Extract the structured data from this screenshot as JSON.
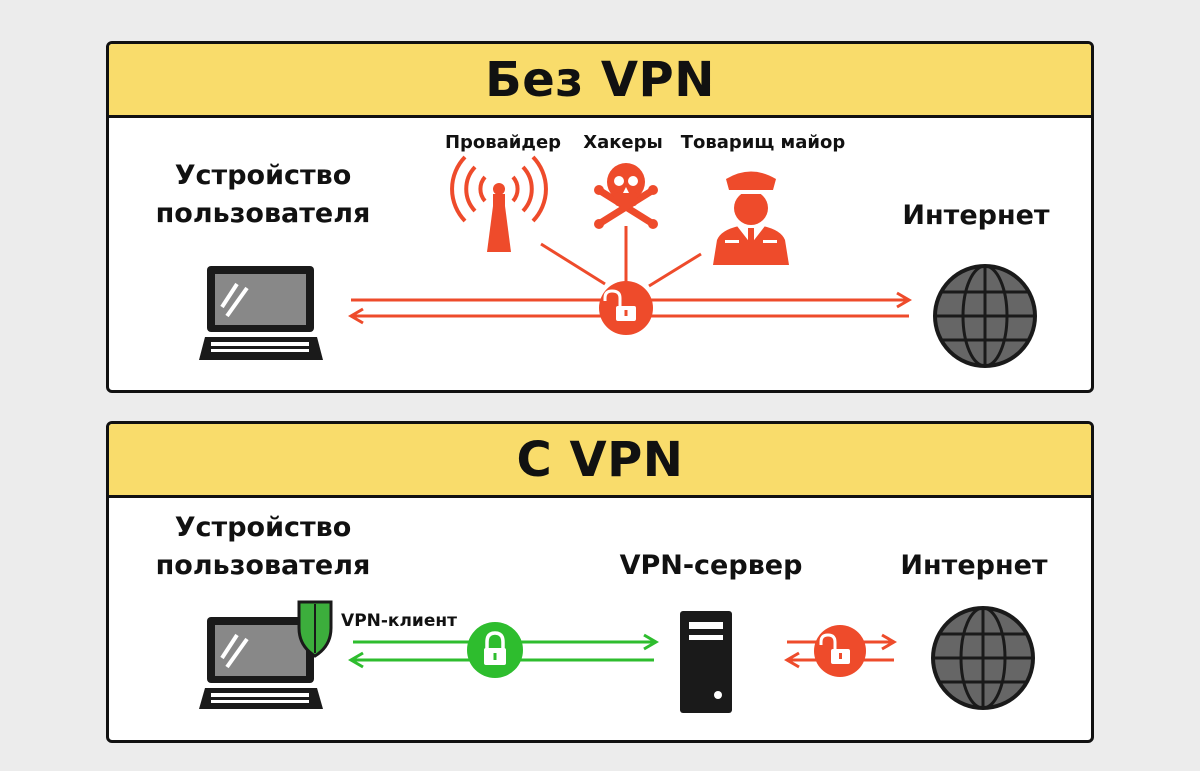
{
  "colors": {
    "header": "#f9dc6b",
    "threat": "#ee4b2b",
    "secure": "#2ebd2e",
    "device": "#1a1a1a",
    "globe": "#666666"
  },
  "without_vpn": {
    "title": "Без VPN",
    "device_label_line1": "Устройство",
    "device_label_line2": "пользователя",
    "internet_label": "Интернет",
    "threats": [
      {
        "label": "Провайдер",
        "icon": "antenna-icon"
      },
      {
        "label": "Хакеры",
        "icon": "skull-icon"
      },
      {
        "label": "Товарищ майор",
        "icon": "police-officer-icon"
      }
    ],
    "lock_icon": "unlocked-padlock-icon"
  },
  "with_vpn": {
    "title": "С VPN",
    "device_label_line1": "Устройство",
    "device_label_line2": "пользователя",
    "server_label": "VPN-сервер",
    "internet_label": "Интернет",
    "client_label": "VPN-клиент",
    "secure_lock_icon": "locked-padlock-icon",
    "open_lock_icon": "unlocked-padlock-icon",
    "shield_icon": "shield-icon"
  }
}
